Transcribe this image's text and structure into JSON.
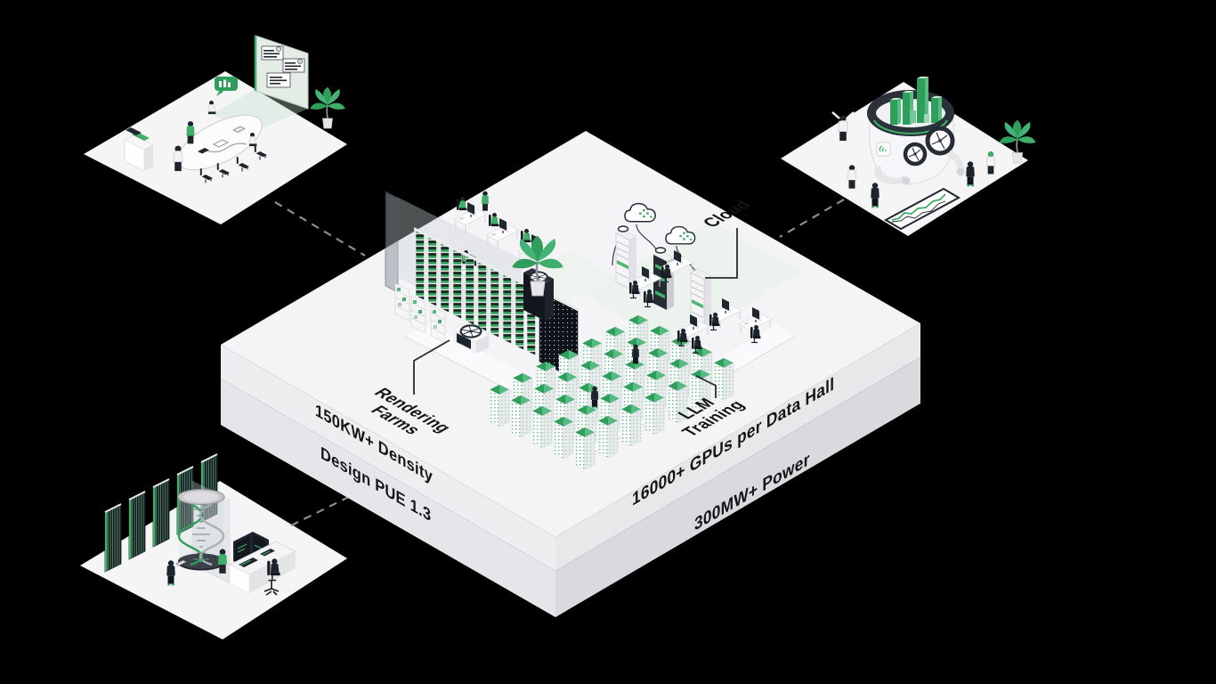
{
  "colors": {
    "background": "#000000",
    "accent_green": "#3FAE68",
    "accent_green_dark": "#2F9E5B",
    "platform_white": "#F4F4F6",
    "ink": "#141414",
    "dashed_connector": "#8C8C8C"
  },
  "labels": {
    "rendering_farms_line1": "Rendering",
    "rendering_farms_line2": "Farms",
    "llm_training_line1": "LLM",
    "llm_training_line2": "Training",
    "cloud": "Cloud"
  },
  "stats": {
    "left_line1": "150KW+ Density",
    "left_line2": "Design PUE 1.3",
    "right_line1": "16000+ GPUs per Data Hall",
    "right_line2": "300MW+ Power"
  }
}
